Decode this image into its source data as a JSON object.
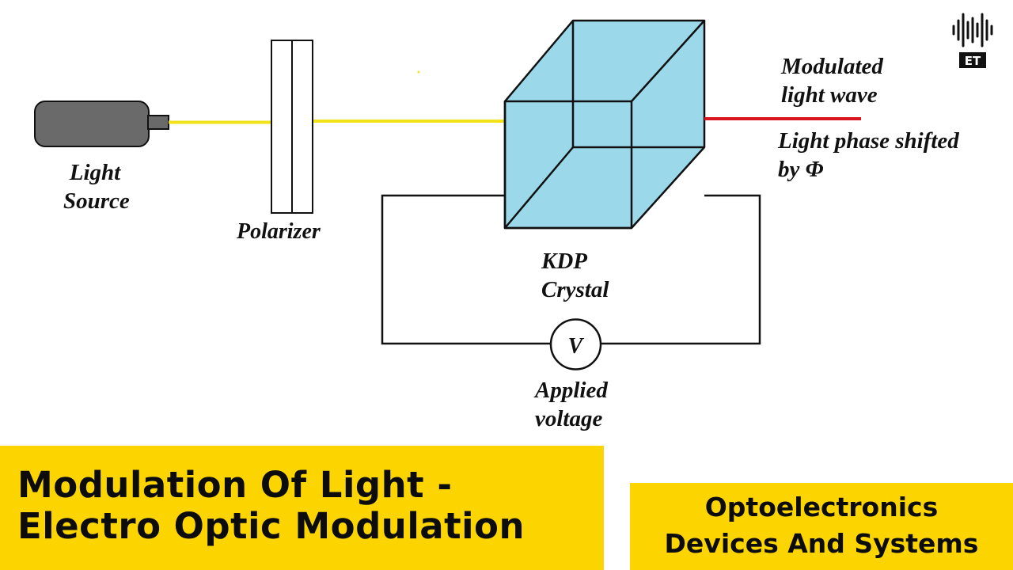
{
  "labels": {
    "light_source": [
      "Light",
      "Source"
    ],
    "polarizer": "Polarizer",
    "crystal": [
      "KDP",
      "Crystal"
    ],
    "modulated": [
      "Modulated",
      "light wave"
    ],
    "phase_shift": [
      "Light phase shifted",
      "by Φ"
    ],
    "voltmeter_symbol": "V",
    "applied_voltage": [
      "Applied",
      "voltage"
    ]
  },
  "banner": {
    "title_line1": "Modulation Of Light -",
    "title_line2": "Electro Optic Modulation",
    "subject_line1": "Optoelectronics",
    "subject_line2": "Devices And Systems"
  },
  "logo": {
    "text": "ET"
  },
  "colors": {
    "beam_input": "#f2e21a",
    "beam_output": "#d9141e",
    "crystal_fill": "#9ad8ea",
    "banner": "#fcd500",
    "source_body": "#6a6a6a"
  }
}
